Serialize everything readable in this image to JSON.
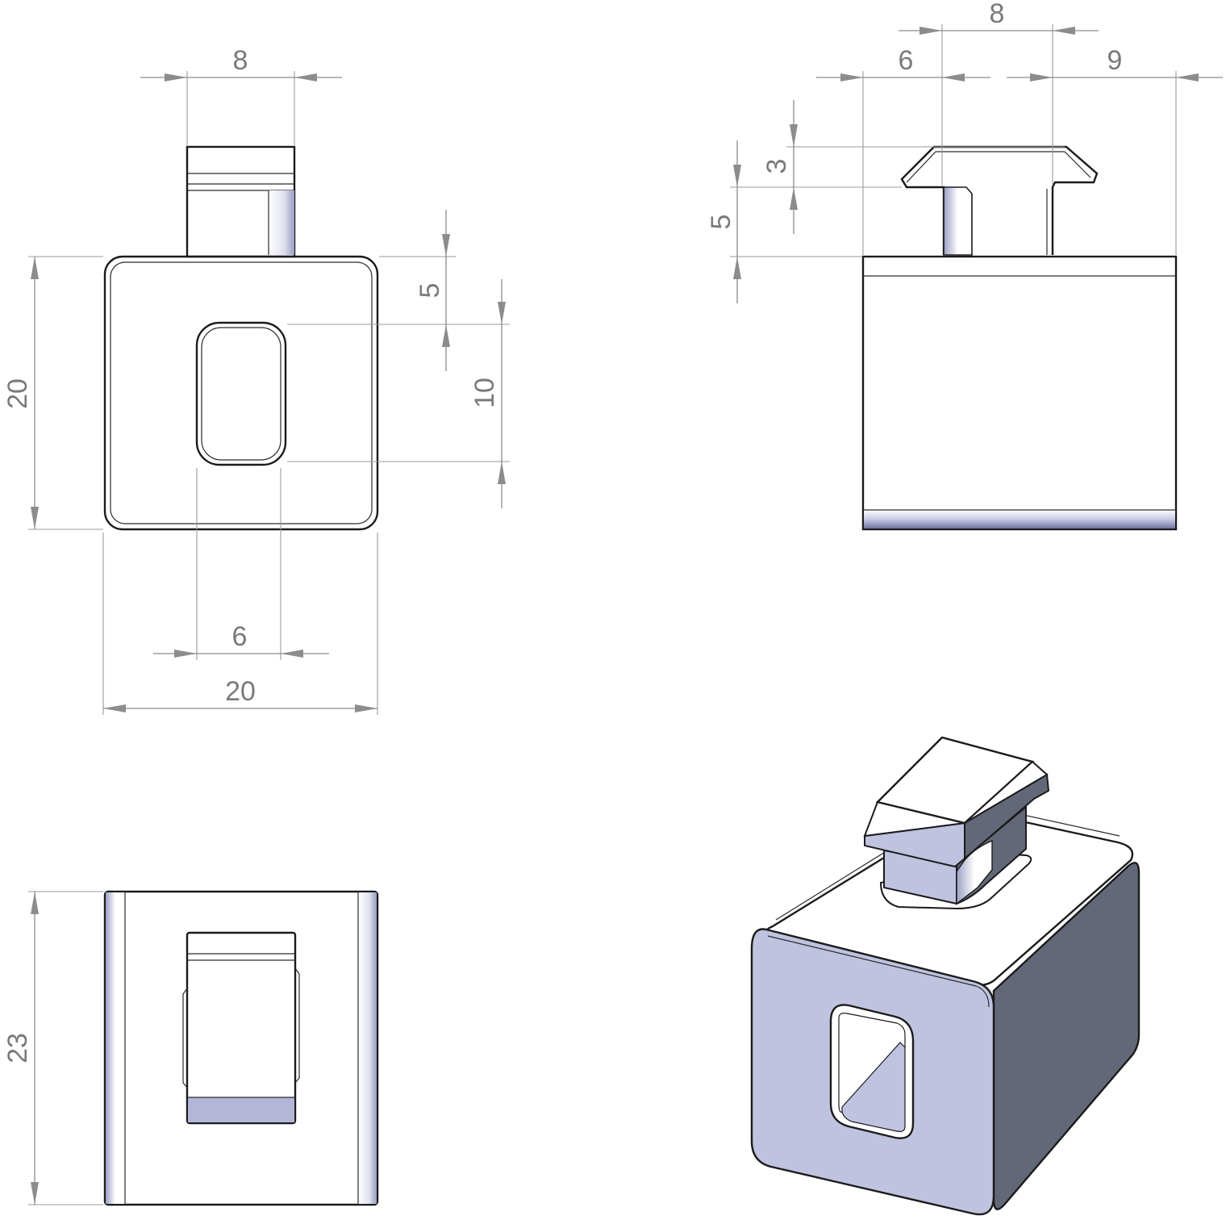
{
  "front_view": {
    "dim_top_width": "8",
    "dim_height": "20",
    "dim_slot_offset": "5",
    "dim_slot_height": "10",
    "dim_slot_width": "6",
    "dim_width": "20"
  },
  "side_view": {
    "dim_top_span": "8",
    "dim_left_offset": "6",
    "dim_right_offset": "9",
    "dim_tab_thickness": "3",
    "dim_tab_height": "5"
  },
  "top_view": {
    "dim_depth": "23"
  },
  "colors": {
    "light_face": "#bfc3e0",
    "dark_face": "#636878",
    "dimension": "#8c8c8c"
  }
}
